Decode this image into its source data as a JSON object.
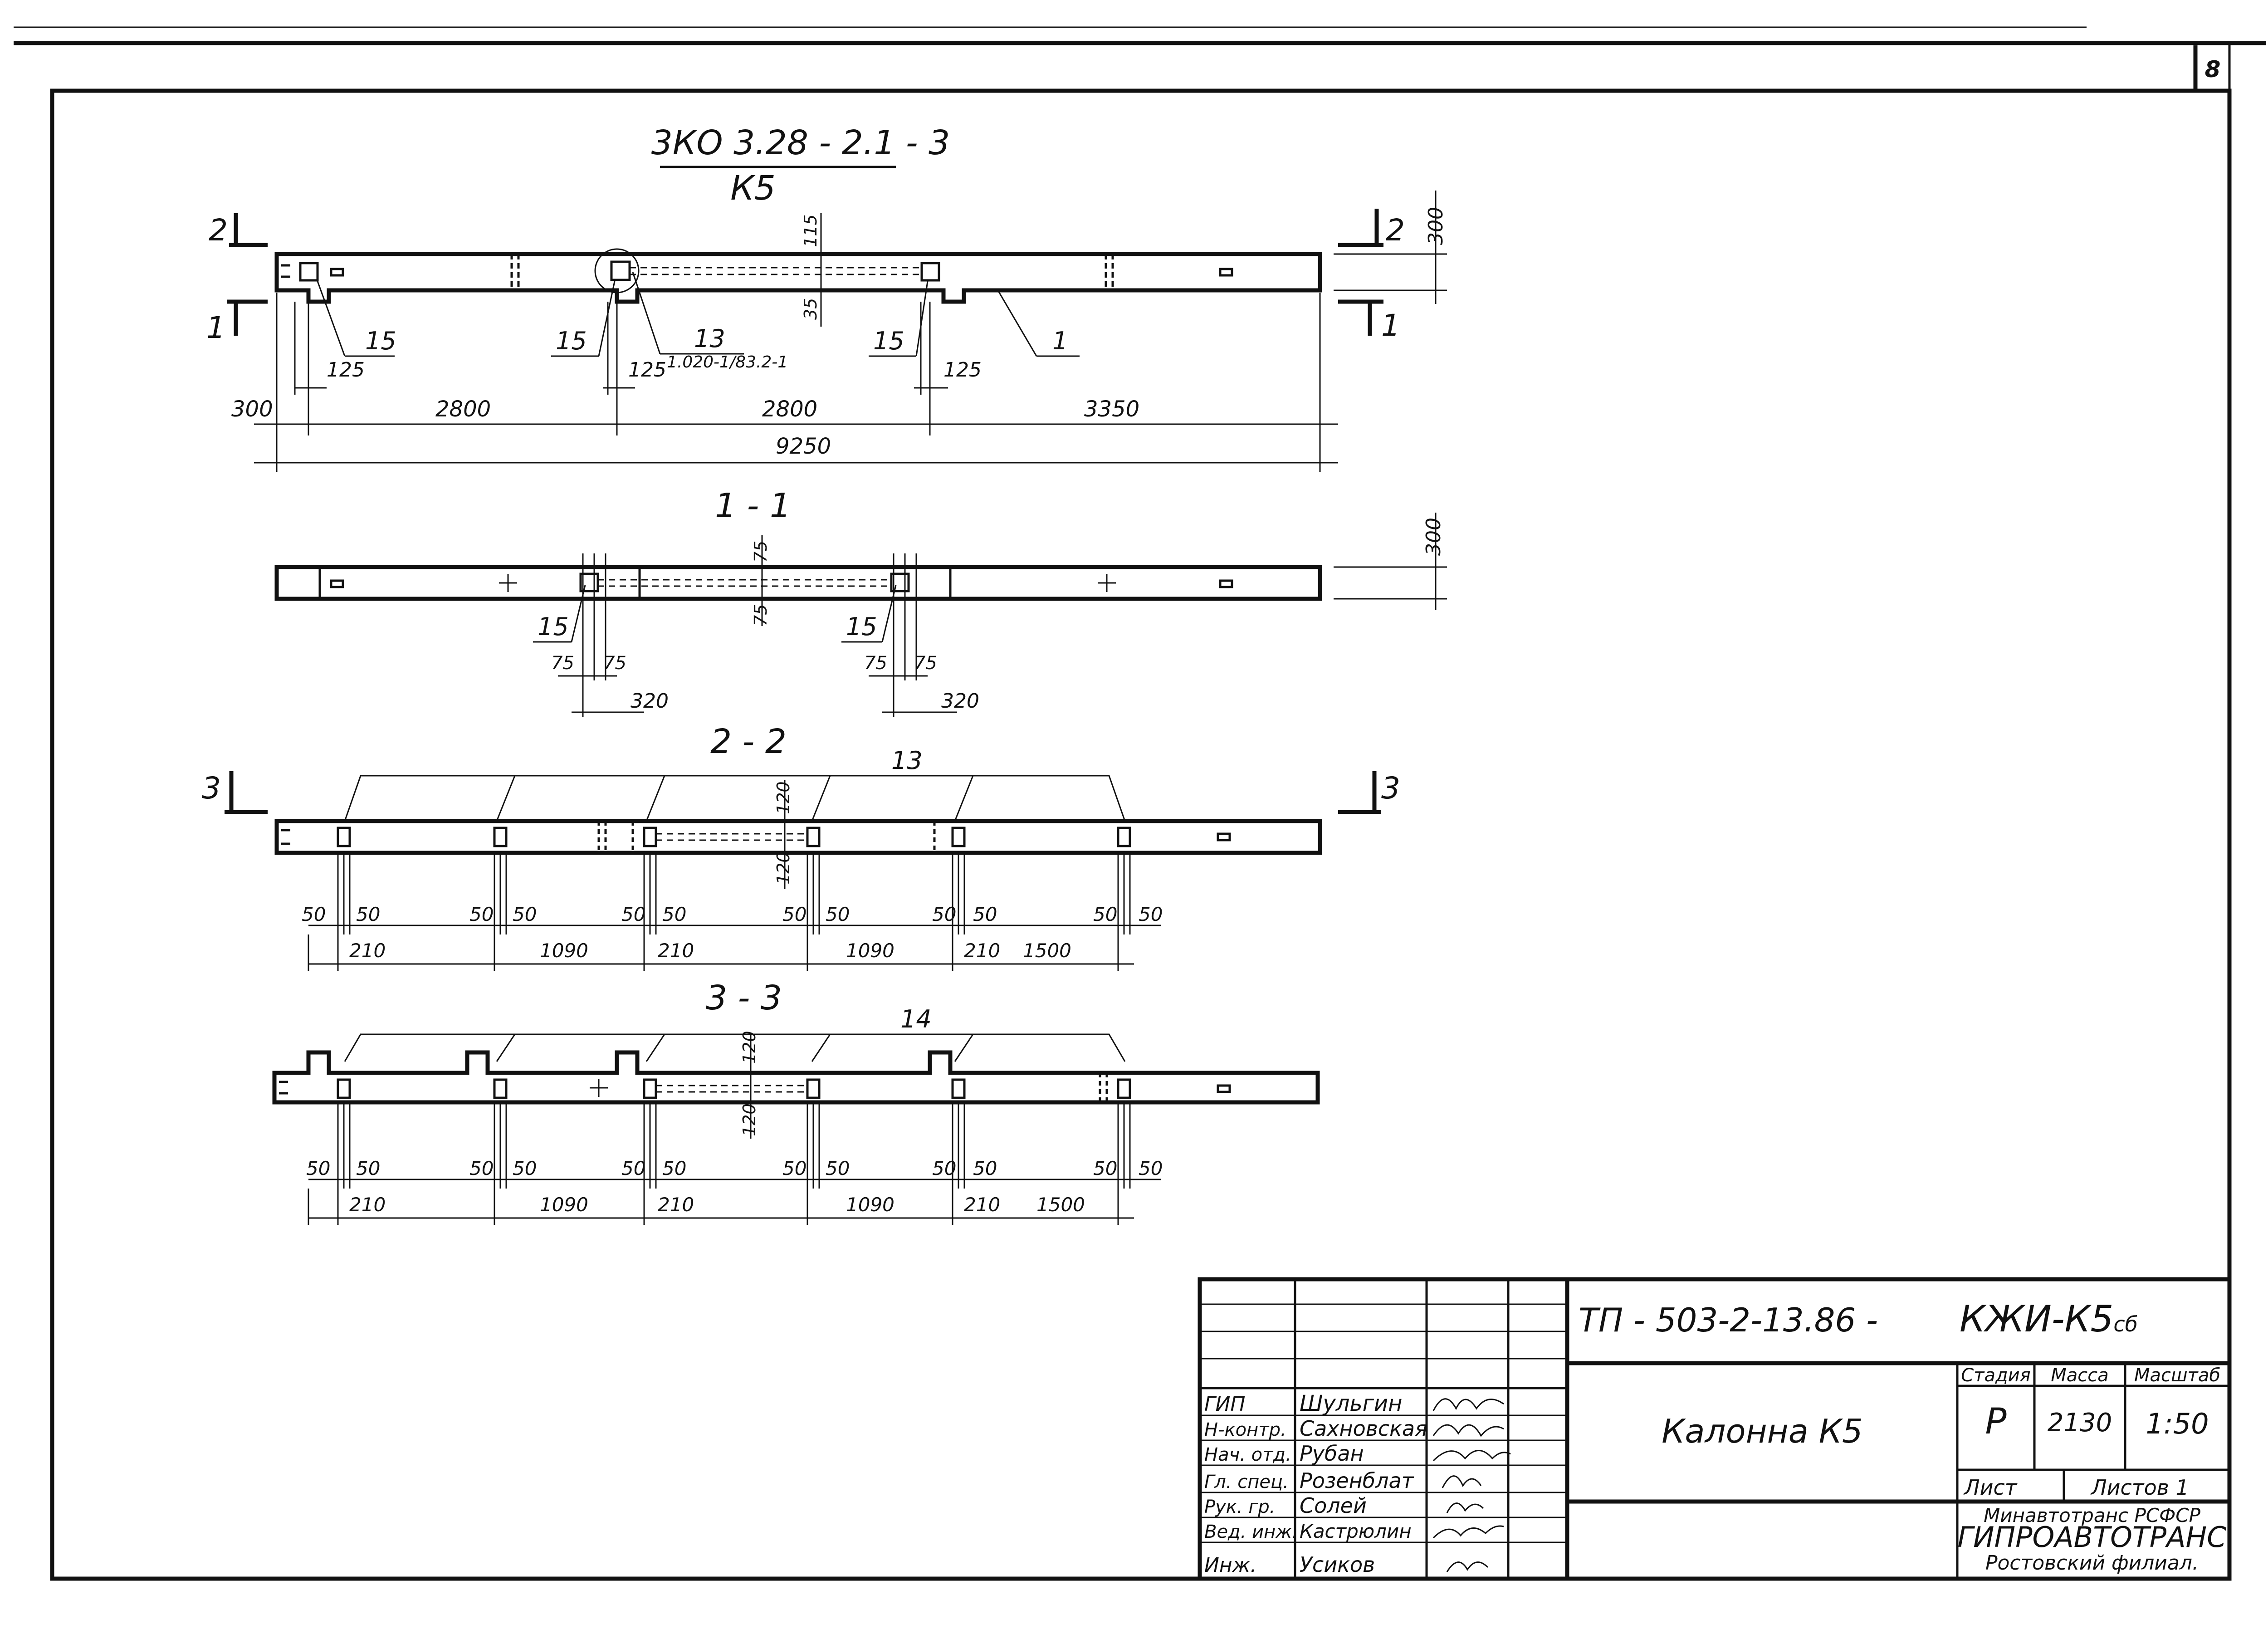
{
  "sheet": {
    "page_number": "8",
    "mark": "3КО 3.28 - 2.1 - 3",
    "mark_sub": "К5"
  },
  "views": {
    "elevation": {
      "section_marks": [
        "2",
        "1",
        "2",
        "1"
      ],
      "dims": [
        "300",
        "2800",
        "2800",
        "3350",
        "9250",
        "125",
        "125",
        "125",
        "115",
        "35",
        "300"
      ],
      "callouts": [
        "15",
        "15",
        "15",
        "13",
        "1.020-1/83.2-1",
        "1"
      ]
    },
    "section_1_1": {
      "title": "1 - 1",
      "dims": [
        "75",
        "75",
        "300",
        "75",
        "75",
        "320",
        "75",
        "75",
        "320"
      ],
      "callouts": [
        "15",
        "15"
      ]
    },
    "section_2_2": {
      "title": "2 - 2",
      "section_marks": [
        "3",
        "3"
      ],
      "callout": "13",
      "dims_top": [
        "120",
        "120"
      ],
      "dims_a": [
        "50",
        "50",
        "50",
        "50",
        "50",
        "50",
        "50",
        "50",
        "50",
        "50",
        "50",
        "50"
      ],
      "dims_b": [
        "210",
        "1090",
        "210",
        "1090",
        "210",
        "1500"
      ]
    },
    "section_3_3": {
      "title": "3 - 3",
      "callout": "14",
      "dims_top": [
        "120",
        "120"
      ],
      "dims_a": [
        "50",
        "50",
        "50",
        "50",
        "50",
        "50",
        "50",
        "50",
        "50",
        "50",
        "50",
        "50"
      ],
      "dims_b": [
        "210",
        "1090",
        "210",
        "1090",
        "210",
        "1500"
      ]
    }
  },
  "title_block": {
    "code": "ТП - 503-2-13.86 -",
    "doc_mark": "КЖИ-К5",
    "doc_mark_suffix": "сб",
    "name": "Калонна К5",
    "headers": {
      "stage": "Стадия",
      "mass": "Масса",
      "scale": "Масштаб"
    },
    "stage": "Р",
    "mass": "2130",
    "scale": "1:50",
    "sheet_label": "Лист",
    "sheets_label": "Листов 1",
    "org1": "Минавтотранс РСФСР",
    "org2": "ГИПРОАВТОТРАНС",
    "org3": "Ростовский филиал.",
    "staff": [
      {
        "role": "ГИП",
        "name": "Шульгин"
      },
      {
        "role": "Н-контр.",
        "name": "Сахновская"
      },
      {
        "role": "Нач. отд.",
        "name": "Рубан"
      },
      {
        "role": "Гл. спец.",
        "name": "Розенблат"
      },
      {
        "role": "Рук. гр.",
        "name": "Солей"
      },
      {
        "role": "Вед. инж.",
        "name": "Кастрюлин"
      },
      {
        "role": "Инж.",
        "name": "Усиков"
      }
    ]
  }
}
